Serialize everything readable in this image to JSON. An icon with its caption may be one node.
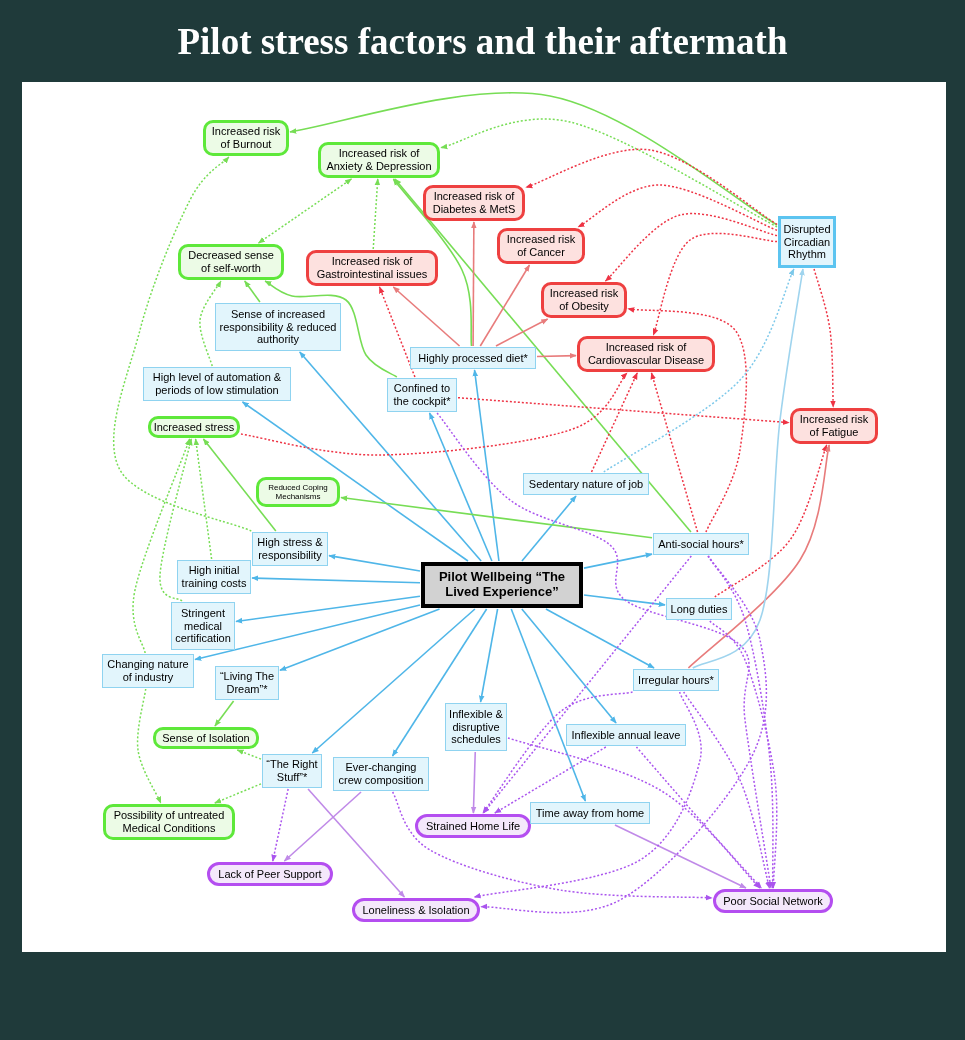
{
  "diagram": {
    "title": "Pilot stress factors and their aftermath",
    "nodes": [
      {
        "text": [
          "Increased risk of Burnout"
        ]
      },
      {
        "text": [
          "Increased risk of Anxiety & Depression"
        ]
      },
      {
        "text": [
          "Increased risk of Diabetes & MetS"
        ]
      },
      {
        "text": [
          "Increased risk of Cancer"
        ]
      },
      {
        "text": [
          "Disrupted Circadian Rhythm"
        ]
      },
      {
        "text": [
          "Decreased sense of self-worth"
        ]
      },
      {
        "text": [
          "Increased risk of Gastrointestinal issues"
        ]
      },
      {
        "text": [
          "Increased risk of Obesity"
        ]
      },
      {
        "text": [
          "Sense of increased responsibility & reduced authority"
        ]
      },
      {
        "text": [
          "Highly processed diet*"
        ]
      },
      {
        "text": [
          "Increased risk of Cardiovascular Disease"
        ]
      },
      {
        "text": [
          "High level of automation & periods of low stimulation"
        ]
      },
      {
        "text": [
          "Confined to the cockpit*"
        ]
      },
      {
        "text": [
          "Increased risk of Fatigue"
        ]
      },
      {
        "text": [
          "Increased stress"
        ]
      },
      {
        "text": [
          "Sedentary nature of job"
        ]
      },
      {
        "text": [
          "Reduced Coping Mechanisms"
        ]
      },
      {
        "text": [
          "High stress & responsibility"
        ]
      },
      {
        "text": [
          "Anti-social hours*"
        ]
      },
      {
        "text": [
          "High initial training costs"
        ]
      },
      {
        "text": [
          "Pilot Wellbeing “The Lived Experience”"
        ]
      },
      {
        "text": [
          "Stringent medical certification"
        ]
      },
      {
        "text": [
          "Long duties"
        ]
      },
      {
        "text": [
          "Changing nature of industry"
        ]
      },
      {
        "text": [
          "“Living The Dream”*"
        ]
      },
      {
        "text": [
          "Irregular hours*"
        ]
      },
      {
        "text": [
          "Inflexible & disruptive schedules"
        ]
      },
      {
        "text": [
          "Inflexible annual leave"
        ]
      },
      {
        "text": [
          "Sense of Isolation"
        ]
      },
      {
        "text": [
          "“The Right Stuff”*"
        ]
      },
      {
        "text": [
          "Ever-changing crew composition"
        ]
      },
      {
        "text": [
          "Possibility of untreated Medical Conditions"
        ]
      },
      {
        "text": [
          "Strained Home Life"
        ]
      },
      {
        "text": [
          "Time away from home"
        ]
      },
      {
        "text": [
          "Lack of Peer Support"
        ]
      },
      {
        "text": [
          "Loneliness & Isolation"
        ]
      },
      {
        "text": [
          "Poor Social Network"
        ]
      }
    ],
    "edges": [
      {
        "from": 20,
        "to": 17,
        "arrow": "to",
        "color": "#4fb6e8"
      },
      {
        "from": 20,
        "to": 19,
        "arrow": "to",
        "color": "#4fb6e8"
      },
      {
        "from": 20,
        "to": 21,
        "arrow": "to",
        "color": "#4fb6e8"
      },
      {
        "from": 20,
        "to": 23,
        "arrow": "to",
        "color": "#4fb6e8"
      },
      {
        "from": 20,
        "to": 24,
        "arrow": "to",
        "color": "#4fb6e8"
      },
      {
        "from": 20,
        "to": 29,
        "arrow": "to",
        "color": "#4fb6e8"
      },
      {
        "from": 20,
        "to": 30,
        "arrow": "to",
        "color": "#4fb6e8"
      },
      {
        "from": 20,
        "to": 26,
        "arrow": "to",
        "color": "#4fb6e8"
      },
      {
        "from": 20,
        "to": 33,
        "arrow": "to",
        "color": "#4fb6e8"
      },
      {
        "from": 20,
        "to": 27,
        "arrow": "to",
        "color": "#4fb6e8"
      },
      {
        "from": 20,
        "to": 25,
        "arrow": "to",
        "color": "#4fb6e8"
      },
      {
        "from": 20,
        "to": 22,
        "arrow": "to",
        "color": "#4fb6e8"
      },
      {
        "from": 20,
        "to": 18,
        "arrow": "to",
        "color": "#4fb6e8"
      },
      {
        "from": 20,
        "to": 15,
        "arrow": "to",
        "color": "#4fb6e8"
      },
      {
        "from": 20,
        "to": 9,
        "arrow": "to",
        "color": "#4fb6e8"
      },
      {
        "from": 20,
        "to": 12,
        "arrow": "to",
        "color": "#4fb6e8"
      },
      {
        "from": 20,
        "to": 8,
        "arrow": "to",
        "color": "#4fb6e8"
      },
      {
        "from": 20,
        "to": 11,
        "arrow": "to",
        "color": "#4fb6e8"
      },
      {
        "from": 4,
        "to": 0,
        "arrow": "to",
        "color": "#77dd55"
      },
      {
        "from": 4,
        "to": 1,
        "arrow": "to",
        "style": "dashed",
        "color": "#77dd55"
      },
      {
        "from": 5,
        "to": 1,
        "arrow": "both",
        "style": "dashed",
        "color": "#77dd55"
      },
      {
        "from": 6,
        "to": 1,
        "arrow": "to",
        "style": "dashed",
        "color": "#77dd55"
      },
      {
        "from": 9,
        "to": 1,
        "arrow": "to",
        "color": "#77dd55"
      },
      {
        "from": 18,
        "to": 1,
        "arrow": "to",
        "color": "#77dd55"
      },
      {
        "from": 8,
        "to": 5,
        "arrow": "to",
        "color": "#77dd55"
      },
      {
        "from": 12,
        "to": 5,
        "arrow": "to",
        "color": "#77dd55"
      },
      {
        "from": 11,
        "to": 5,
        "arrow": "to",
        "style": "dashed",
        "color": "#77dd55"
      },
      {
        "from": 17,
        "to": 0,
        "arrow": "to",
        "style": "dashed",
        "color": "#77dd55"
      },
      {
        "from": 17,
        "to": 14,
        "arrow": "to",
        "color": "#77dd55"
      },
      {
        "from": 19,
        "to": 14,
        "arrow": "to",
        "style": "dashed",
        "color": "#77dd55"
      },
      {
        "from": 21,
        "to": 14,
        "arrow": "to",
        "style": "dashed",
        "color": "#77dd55"
      },
      {
        "from": 23,
        "to": 14,
        "arrow": "to",
        "style": "dashed",
        "color": "#77dd55"
      },
      {
        "from": 18,
        "to": 16,
        "arrow": "to",
        "color": "#77dd55"
      },
      {
        "from": 24,
        "to": 28,
        "arrow": "to",
        "color": "#77dd55"
      },
      {
        "from": 29,
        "to": 28,
        "arrow": "to",
        "style": "dashed",
        "color": "#77dd55"
      },
      {
        "from": 29,
        "to": 31,
        "arrow": "to",
        "style": "dashed",
        "color": "#77dd55"
      },
      {
        "from": 23,
        "to": 31,
        "arrow": "to",
        "style": "dashed",
        "color": "#77dd55"
      },
      {
        "from": 9,
        "to": 2,
        "arrow": "to",
        "color": "#e87c7c"
      },
      {
        "from": 9,
        "to": 3,
        "arrow": "to",
        "color": "#e87c7c"
      },
      {
        "from": 9,
        "to": 7,
        "arrow": "to",
        "color": "#e87c7c"
      },
      {
        "from": 9,
        "to": 10,
        "arrow": "to",
        "color": "#e87c7c"
      },
      {
        "from": 9,
        "to": 6,
        "arrow": "to",
        "color": "#e87c7c"
      },
      {
        "from": 12,
        "to": 6,
        "arrow": "to",
        "style": "dashed",
        "color": "#ee3344"
      },
      {
        "from": 12,
        "to": 13,
        "arrow": "to",
        "style": "dashed",
        "color": "#ee3344"
      },
      {
        "from": 4,
        "to": 2,
        "arrow": "to",
        "style": "dashed",
        "color": "#ee3344"
      },
      {
        "from": 4,
        "to": 3,
        "arrow": "to",
        "style": "dashed",
        "color": "#ee3344"
      },
      {
        "from": 4,
        "to": 7,
        "arrow": "to",
        "style": "dashed",
        "color": "#ee3344"
      },
      {
        "from": 4,
        "to": 10,
        "arrow": "to",
        "style": "dashed",
        "color": "#ee3344"
      },
      {
        "from": 4,
        "to": 13,
        "arrow": "to",
        "style": "dashed",
        "color": "#ee3344"
      },
      {
        "from": 14,
        "to": 10,
        "arrow": "to",
        "style": "dashed",
        "color": "#ee3344"
      },
      {
        "from": 15,
        "to": 10,
        "arrow": "to",
        "style": "dashed",
        "color": "#ee3344"
      },
      {
        "from": 18,
        "to": 10,
        "arrow": "to",
        "style": "dashed",
        "color": "#ee3344"
      },
      {
        "from": 18,
        "to": 7,
        "arrow": "to",
        "style": "dashed",
        "color": "#ee3344"
      },
      {
        "from": 22,
        "to": 13,
        "arrow": "to",
        "style": "dashed",
        "color": "#ee3344"
      },
      {
        "from": 25,
        "to": 13,
        "arrow": "to",
        "color": "#e87c7c"
      },
      {
        "from": 15,
        "to": 4,
        "arrow": "to",
        "style": "dashed",
        "color": "#7cc8ea"
      },
      {
        "from": 25,
        "to": 4,
        "arrow": "to",
        "color": "#9fd4ee"
      },
      {
        "from": 12,
        "to": 36,
        "arrow": "to",
        "style": "dashed",
        "color": "#aa55ee"
      },
      {
        "from": 18,
        "to": 32,
        "arrow": "to",
        "style": "dashed",
        "color": "#aa55ee"
      },
      {
        "from": 18,
        "to": 36,
        "arrow": "to",
        "style": "dashed",
        "color": "#aa55ee"
      },
      {
        "from": 22,
        "to": 36,
        "arrow": "to",
        "style": "dashed",
        "color": "#aa55ee"
      },
      {
        "from": 25,
        "to": 36,
        "arrow": "to",
        "style": "dashed",
        "color": "#aa55ee"
      },
      {
        "from": 27,
        "to": 36,
        "arrow": "to",
        "style": "dashed",
        "color": "#aa55ee"
      },
      {
        "from": 26,
        "to": 36,
        "arrow": "to",
        "style": "dashed",
        "color": "#aa55ee"
      },
      {
        "from": 33,
        "to": 36,
        "arrow": "to",
        "color": "#c08ae8"
      },
      {
        "from": 30,
        "to": 36,
        "arrow": "to",
        "style": "dashed",
        "color": "#aa55ee"
      },
      {
        "from": 25,
        "to": 35,
        "arrow": "to",
        "style": "dashed",
        "color": "#aa55ee"
      },
      {
        "from": 18,
        "to": 35,
        "arrow": "to",
        "style": "dashed",
        "color": "#aa55ee"
      },
      {
        "from": 26,
        "to": 32,
        "arrow": "to",
        "color": "#c08ae8"
      },
      {
        "from": 25,
        "to": 32,
        "arrow": "to",
        "style": "dashed",
        "color": "#aa55ee"
      },
      {
        "from": 27,
        "to": 32,
        "arrow": "to",
        "style": "dashed",
        "color": "#aa55ee"
      },
      {
        "from": 29,
        "to": 34,
        "arrow": "to",
        "style": "dashed",
        "color": "#aa55ee"
      },
      {
        "from": 30,
        "to": 34,
        "arrow": "to",
        "color": "#c08ae8"
      },
      {
        "from": 29,
        "to": 35,
        "arrow": "to",
        "color": "#c08ae8"
      }
    ]
  }
}
